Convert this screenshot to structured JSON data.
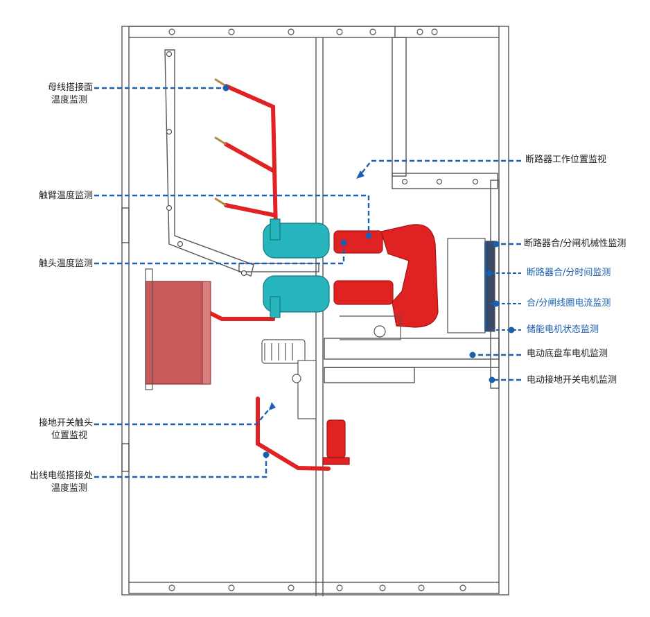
{
  "colors": {
    "callout": "#1a5fb0",
    "busbar": "#e02222",
    "insulator": "#27b5bd",
    "panel_stroke": "#555555",
    "cabinet_red": "#c85a5a"
  },
  "labels": {
    "busbar_joint": [
      "母线搭接面",
      "温度监测"
    ],
    "arm_temp": "触臂温度监测",
    "contact_temp": "触头温度监测",
    "earth_switch_pos": [
      "接地开关触头",
      "位置监视"
    ],
    "cable_joint": [
      "出线电缆搭接处",
      "温度监测"
    ],
    "breaker_position": "断路器工作位置监视",
    "mech_characteristics": "断路器合/分闸机械性监测",
    "open_close_time": "断路器合/分时间监测",
    "coil_current": "合/分闸线圈电流监测",
    "motor_status": "储能电机状态监测",
    "chassis_motor": "电动底盘车电机监测",
    "earth_motor": "电动接地开关电机监测"
  }
}
